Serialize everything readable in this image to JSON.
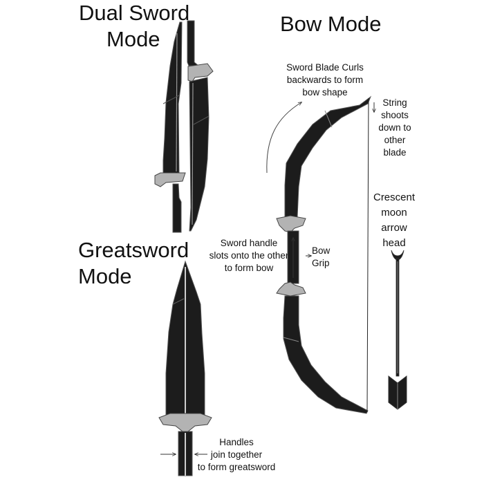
{
  "titles": {
    "dual_sword": [
      "Dual Sword",
      "Mode"
    ],
    "bow": "Bow Mode",
    "greatsword": [
      "Greatsword",
      "Mode"
    ]
  },
  "notes": {
    "blade_curls": [
      "Sword Blade Curls",
      "backwards to form",
      "bow shape"
    ],
    "string": [
      "String",
      "shoots",
      "down to",
      "other",
      "blade"
    ],
    "arrowhead": [
      "Crescent",
      "moon",
      "arrow",
      "head"
    ],
    "handle_slots": [
      "Sword handle",
      "slots onto the other",
      "to form bow"
    ],
    "bow_grip": [
      "Bow",
      "Grip"
    ],
    "handles_join": [
      "Handles",
      "join together",
      "to form greatsword"
    ]
  },
  "colors": {
    "blade": "#1c1c1c",
    "guard": "#b3b3b3",
    "outline": "#555555",
    "edge": "#9a9a9a",
    "text": "#111111"
  }
}
